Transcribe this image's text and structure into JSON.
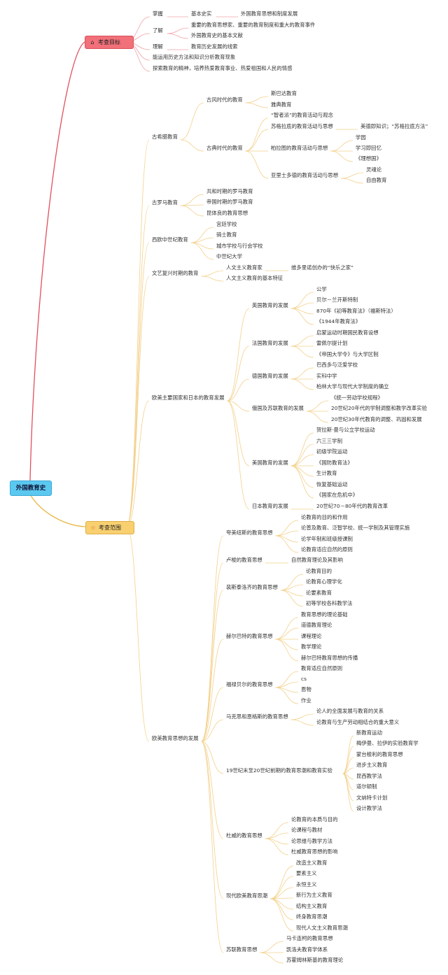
{
  "root": {
    "label": "外国教育史"
  },
  "goals": {
    "label": "考查目标",
    "icon": "home-icon",
    "items": [
      "掌握",
      "基本史实",
      "外国教育思想和制度发展",
      "了解",
      "重要的教育思想家、重要的教育制度和重大的教育事件",
      "外国教育史的基本文献",
      "理解",
      "教育历史发展的线索",
      "能运用历史方法和知识分析教育现象",
      "探索教育的精神，培养热爱教育事业、热爱祖国和人民的情感"
    ]
  },
  "scope": {
    "label": "考查范围",
    "icon": "star-icon",
    "sections": {
      "greece": [
        "古希腊教育",
        "古风时代的教育",
        "斯巴达教育",
        "雅典教育",
        "古典时代的教育",
        "“智者派”的教育活动与观念",
        "苏格拉底的教育活动与思想",
        "美德即知识；“苏格拉底方法”",
        "柏拉图的教育活动与思想",
        "学园",
        "学习即回忆",
        "《理想国》",
        "亚里士多德的教育活动与思想",
        "灵魂论",
        "自由教育"
      ],
      "rome": [
        "古罗马教育",
        "共和时期的罗马教育",
        "帝国时期的罗马教育",
        "昆体良的教育思想"
      ],
      "medieval": [
        "西欧中世纪教育",
        "宫廷学校",
        "骑士教育",
        "城市学校与行会学校",
        "中世纪大学"
      ],
      "renaissance": [
        "文艺复兴时期的教育",
        "人文主义教育家",
        "维多里诺创办的“快乐之家”",
        "人文主义教育的基本特征"
      ],
      "countries": [
        "欧美主要国家和日本的教育发展",
        "英国教育的发展",
        "公学",
        "贝尔－兰开斯特制",
        "870年《初等教育法》（福斯特法）",
        "《1944年教育法》",
        "法国教育的发展",
        "启蒙运动时期国民教育设想",
        "雷佩尔提计划",
        "《帝国大学令》与大学区制",
        "德国教育的发展",
        "巴西多与泛爱学校",
        "实科中学",
        "柏林大学与现代大学制度的确立",
        "俄国及苏联教育的发展",
        "《统一劳动学校规程》",
        "20世纪20年代的学制调整和教学改革实验",
        "20世纪30年代教育的调整、巩固和发展",
        "美国教育的发展",
        "贺拉斯·曼与公立学校运动",
        "六三三学制",
        "初级学院运动",
        "《国防教育法》",
        "生计教育",
        "恢复基础运动",
        "《国家在危机中》",
        "日本教育的发展",
        "20世纪70－80年代的教育改革"
      ],
      "thought": [
        "欧美教育思想的发展",
        "夸美纽斯的教育思想",
        "论教育的目的和作用",
        "论普及教育、泛智学校、统一学制及其管理实施",
        "论学年制和班级授课制",
        "论教育适应自然的原则",
        "卢梭的教育思想",
        "自然教育理论及其影响",
        "裴斯泰洛齐的教育思想",
        "论教育目的",
        "论教育心理学化",
        "论要素教育",
        "初等学校各科教学法",
        "赫尔巴特的教育思想",
        "教育思想的理论基础",
        "道德教育理论",
        "课程理论",
        "教学理论",
        "赫尔巴特教育思想的传播",
        "福禄贝尔的教育思想",
        "教育适应自然原则",
        "cs",
        "恩物",
        "作业",
        "马克思和恩格斯的教育思想",
        "论人的全面发展与教育的关系",
        "论教育与生产劳动相结合的重大意义",
        "19世纪末至20世纪前期的教育思潮和教育实验",
        "新教育运动",
        "梅伊曼、拉伊的实验教育学",
        "蒙台梭利的教育思想",
        "进步主义教育",
        "昆西教学法",
        "道尔顿制",
        "文纳特卡计划",
        "设计教学法",
        "杜威的教育思想",
        "论教育的本质与目的",
        "论课程与教材",
        "论思维与教学方法",
        "杜威教育思想的影响",
        "现代欧美教育思潮",
        "改造主义教育",
        "要素主义",
        "永恒主义",
        "新行为主义教育",
        "结构主义教育",
        "终身教育思潮",
        "现代人文主义教育思潮",
        "苏联教育思想",
        "马卡连柯的教育思想",
        "凯洛夫教育学体系",
        "苏霍姆林斯基的教育理论"
      ]
    }
  }
}
